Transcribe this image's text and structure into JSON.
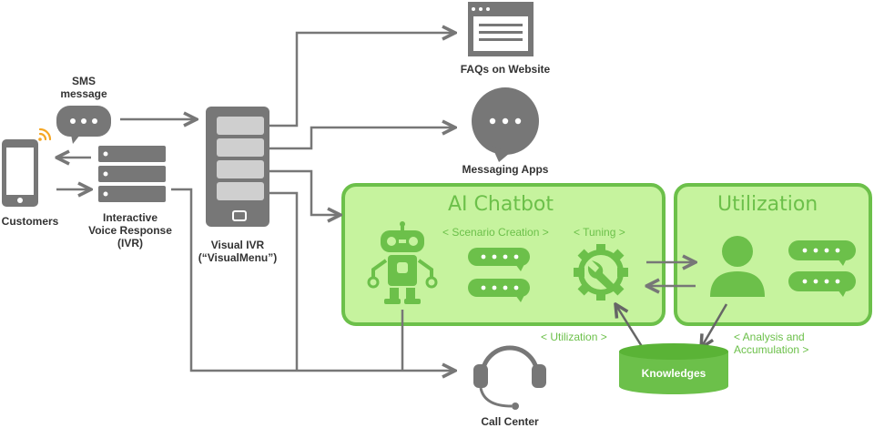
{
  "labels": {
    "sms": "SMS\nmessage",
    "customers": "Customers",
    "ivr": "Interactive\nVoice Response\n(IVR)",
    "visual_ivr": "Visual IVR\n(“VisualMenu”)",
    "faqs": "FAQs on Website",
    "messaging": "Messaging Apps",
    "call_center": "Call Center",
    "ai_chatbot": "AI Chatbot",
    "scenario": "< Scenario Creation >",
    "tuning": "< Tuning >",
    "utilization_title": "Utilization",
    "utilization_small": "< Utilization >",
    "analysis": "< Analysis and\nAccumulation >",
    "knowledges": "Knowledges"
  },
  "colors": {
    "gray": "#777777",
    "light_gray": "#cfcfcf",
    "green": "#6cc04a",
    "green_fill": "#c6f39e",
    "green_dark": "#5ab336"
  },
  "icons": [
    "smartphone-icon",
    "wifi-icon",
    "sms-bubble-icon",
    "server-icon",
    "visual-ivr-phone-icon",
    "browser-icon",
    "chat-bubble-icon",
    "robot-icon",
    "gear-wrench-icon",
    "person-icon",
    "headset-icon",
    "database-icon"
  ]
}
